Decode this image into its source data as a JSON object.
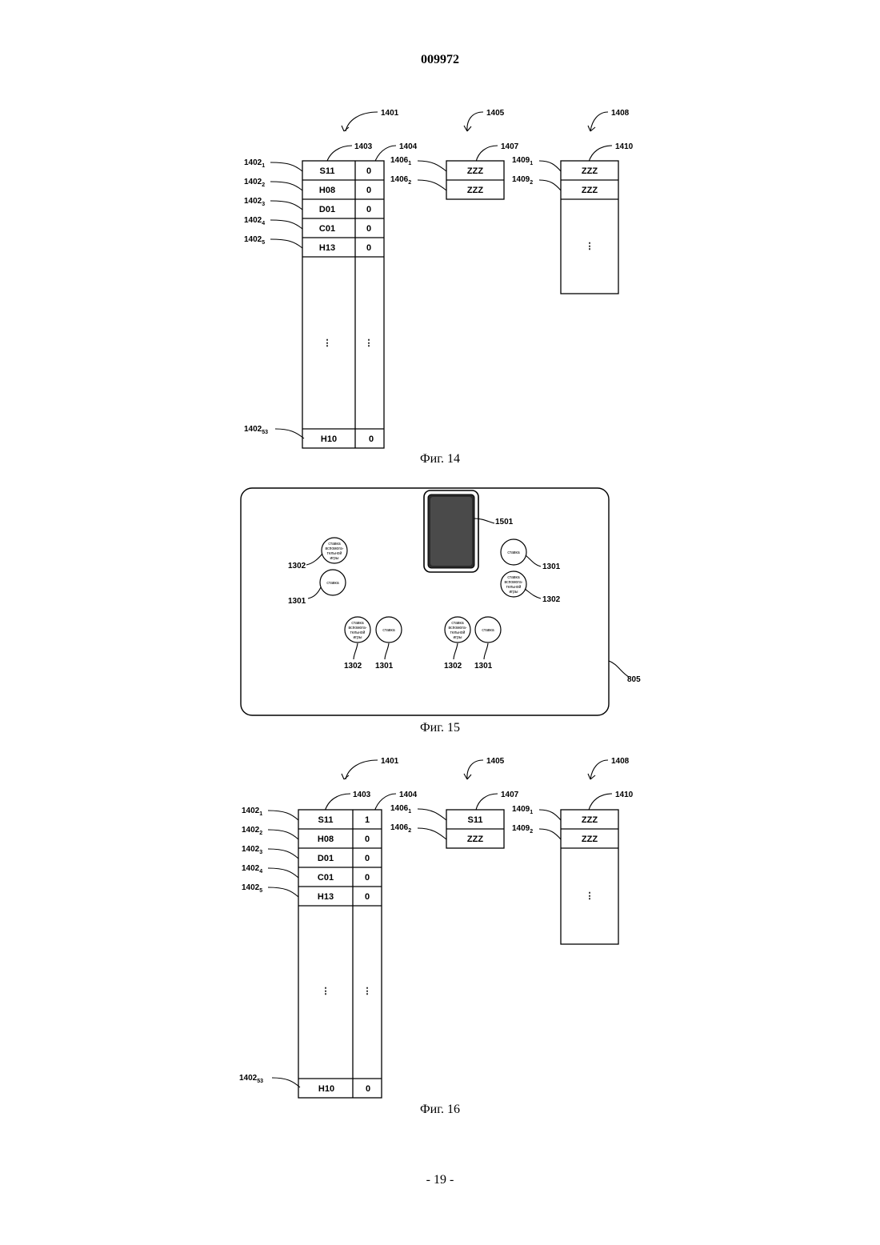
{
  "header": {
    "doc_number": "009972"
  },
  "footer": {
    "page_number": "- 19 -"
  },
  "fig14": {
    "caption": "Фиг. 14",
    "ref_main": "1401",
    "ref_col_card": "1403",
    "ref_col_flag": "1404",
    "ref_mid": "1405",
    "ref_mid_col": "1407",
    "ref_right": "1408",
    "ref_right_col": "1410",
    "rows": [
      {
        "ref": "1402",
        "sub": "1",
        "card": "S11",
        "flag": "0"
      },
      {
        "ref": "1402",
        "sub": "2",
        "card": "H08",
        "flag": "0"
      },
      {
        "ref": "1402",
        "sub": "3",
        "card": "D01",
        "flag": "0"
      },
      {
        "ref": "1402",
        "sub": "4",
        "card": "C01",
        "flag": "0"
      },
      {
        "ref": "1402",
        "sub": "5",
        "card": "H13",
        "flag": "0"
      }
    ],
    "last_row": {
      "ref": "1402",
      "sub": "53",
      "card": "H10",
      "flag": "0"
    },
    "mid_rows": [
      {
        "ref": "1406",
        "sub": "1",
        "value": "ZZZ"
      },
      {
        "ref": "1406",
        "sub": "2",
        "value": "ZZZ"
      }
    ],
    "right_rows": [
      {
        "ref": "1409",
        "sub": "1",
        "value": "ZZZ"
      },
      {
        "ref": "1409",
        "sub": "2",
        "value": "ZZZ"
      }
    ],
    "ellipsis": "⋮"
  },
  "fig15": {
    "caption": "Фиг. 15",
    "ref_table": "805",
    "ref_shoe": "1501",
    "bet_text": [
      "ставка"
    ],
    "side_bet_text": [
      "ставка",
      "вспомога-",
      "тельной",
      "игры"
    ],
    "ref_bet": "1301",
    "ref_side_bet": "1302"
  },
  "fig16": {
    "caption": "Фиг. 16",
    "ref_main": "1401",
    "ref_col_card": "1403",
    "ref_col_flag": "1404",
    "ref_mid": "1405",
    "ref_mid_col": "1407",
    "ref_right": "1408",
    "ref_right_col": "1410",
    "rows": [
      {
        "ref": "1402",
        "sub": "1",
        "card": "S11",
        "flag": "1"
      },
      {
        "ref": "1402",
        "sub": "2",
        "card": "H08",
        "flag": "0"
      },
      {
        "ref": "1402",
        "sub": "3",
        "card": "D01",
        "flag": "0"
      },
      {
        "ref": "1402",
        "sub": "4",
        "card": "C01",
        "flag": "0"
      },
      {
        "ref": "1402",
        "sub": "5",
        "card": "H13",
        "flag": "0"
      }
    ],
    "last_row": {
      "ref": "1402",
      "sub": "53",
      "card": "H10",
      "flag": "0"
    },
    "mid_rows": [
      {
        "ref": "1406",
        "sub": "1",
        "value": "S11"
      },
      {
        "ref": "1406",
        "sub": "2",
        "value": "ZZZ"
      }
    ],
    "right_rows": [
      {
        "ref": "1409",
        "sub": "1",
        "value": "ZZZ"
      },
      {
        "ref": "1409",
        "sub": "2",
        "value": "ZZZ"
      }
    ],
    "ellipsis": "⋮"
  }
}
